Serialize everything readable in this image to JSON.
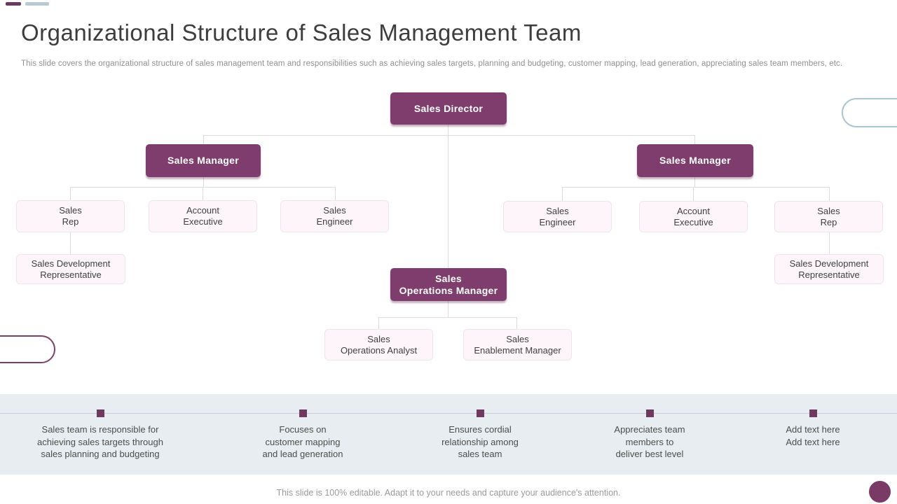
{
  "slide": {
    "title": "Organizational Structure of Sales Management Team",
    "subtitle": "This slide covers the organizational structure of sales management team and responsibilities such as achieving sales targets, planning and budgeting, customer mapping, lead generation, appreciating sales team members, etc.",
    "footer_note": "This slide is 100% editable. Adapt it to your needs and capture your audience's attention."
  },
  "colors": {
    "node_purple": "#7e3d6c",
    "node_light_bg": "#fdf5f9",
    "node_light_border": "#f0e4eb",
    "connector": "#dcdcdc",
    "band_bg": "#e7edf0",
    "marker_purple": "#6e3a60",
    "accent_bar_purple": "#6b3a5f",
    "accent_bar_blue": "#b7c9d2",
    "pill_right_border": "#abc5cf",
    "pill_left_border": "#7c4069",
    "footer_circle": "#7a3a66"
  },
  "org_chart": {
    "nodes": {
      "director": "Sales Director",
      "manager_left": "Sales Manager",
      "manager_right": "Sales Manager",
      "operations_manager": "Sales\nOperations Manager",
      "left_child_1": "Sales\nRep",
      "left_child_2": "Account\nExecutive",
      "left_child_3": "Sales\nEngineer",
      "left_sdr": "Sales Development\nRepresentative",
      "right_child_1": "Sales\nEngineer",
      "right_child_2": "Account\nExecutive",
      "right_child_3": "Sales\nRep",
      "right_sdr": "Sales Development\nRepresentative",
      "ops_child_1": "Sales\nOperations Analyst",
      "ops_child_2": "Sales\nEnablement Manager"
    }
  },
  "bottom_band": {
    "items": {
      "item1": "Sales team is responsible for\nachieving sales targets through\nsales planning and budgeting",
      "item2": "Focuses on\ncustomer mapping\nand lead generation",
      "item3": "Ensures cordial\nrelationship among\nsales team",
      "item4": "Appreciates team\nmembers to\ndeliver best level",
      "item5": "Add text here\nAdd text here"
    }
  }
}
